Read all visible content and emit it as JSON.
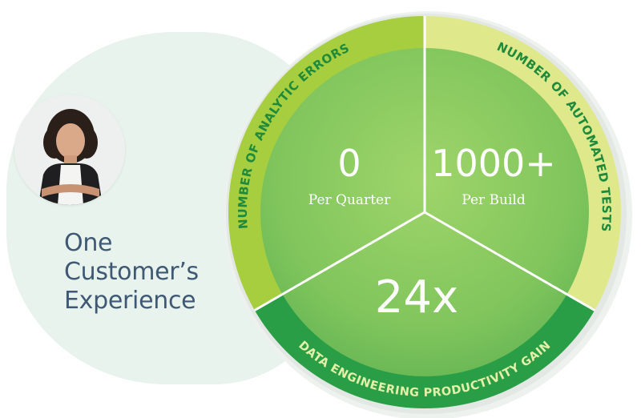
{
  "headline": {
    "lines": [
      "One",
      "Customer’s",
      "Experience"
    ]
  },
  "photo": {
    "icon": "person-portrait-icon"
  },
  "segments": [
    {
      "label": "NUMBER OF ANALYTIC ERRORS",
      "value": "0",
      "sub": "Per Quarter",
      "ring_color": "#a6ce3f",
      "fill_color": "#8cc95b"
    },
    {
      "label": "NUMBER OF AUTOMATED TESTS",
      "value": "1000+",
      "sub": "Per Build",
      "ring_color": "#dfe98c",
      "fill_color": "#91cc60"
    },
    {
      "label": "DATA ENGINEERING PRODUCTIVITY GAIN",
      "value": "24x",
      "sub": "",
      "ring_color": "#2a9e46",
      "fill_color": "#6fc05a"
    }
  ],
  "colors": {
    "label_text_green": "#1e8a3a",
    "label_text_light": "#e4f0a8",
    "value_text": "#ffffff",
    "backdrop": "#e7f3ec",
    "headline": "#3f5873"
  }
}
